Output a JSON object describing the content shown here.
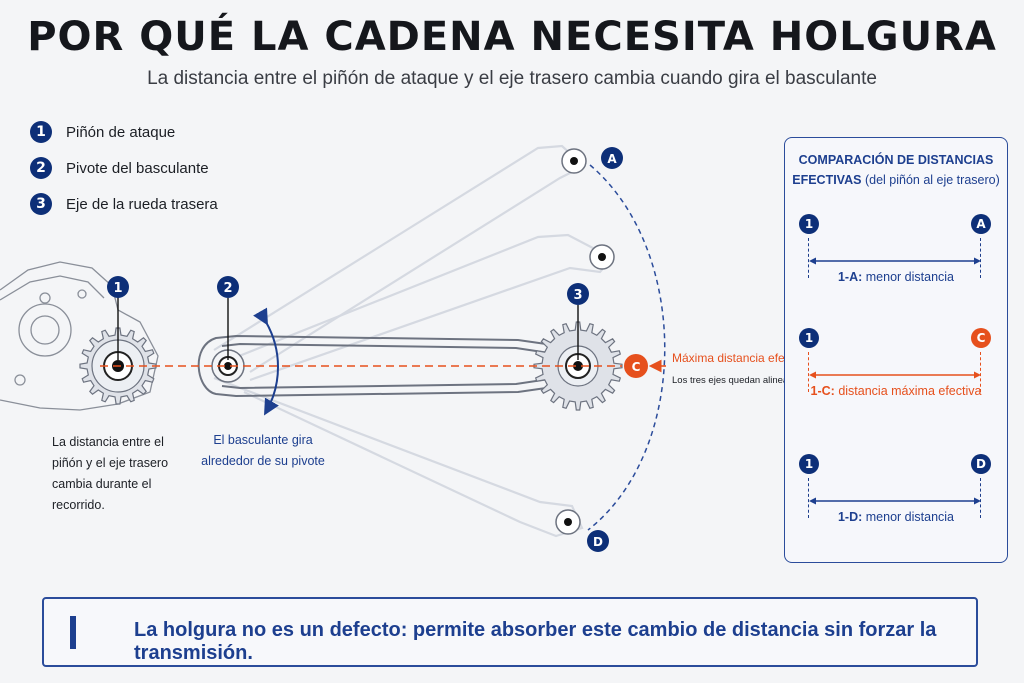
{
  "header": {
    "title": "POR QUÉ LA CADENA NECESITA HOLGURA",
    "subtitle": "La distancia entre el piñón de ataque y el eje trasero cambia cuando gira el basculante"
  },
  "legend": [
    {
      "num": "1",
      "label": "Piñón de ataque"
    },
    {
      "num": "2",
      "label": "Pivote del basculante"
    },
    {
      "num": "3",
      "label": "Eje de la rueda trasera"
    }
  ],
  "diagram": {
    "markers": {
      "one": "1",
      "two": "2",
      "three": "3",
      "a": "A",
      "c": "C",
      "d": "D"
    },
    "c_title": "Máxima distancia efectiva",
    "c_sub": "Los tres ejes quedan alineados",
    "note_left": [
      "La distancia entre el",
      "piñón y el eje trasero",
      "cambia durante el",
      "recorrido."
    ],
    "note_swing": [
      "El basculante gira",
      "alrededor de su pivote"
    ]
  },
  "panel": {
    "title_bold_1": "COMPARACIÓN DE DISTANCIAS",
    "title_bold_2": "EFECTIVAS",
    "title_light": "(del piñón al eje trasero)",
    "rows": [
      {
        "left": "1",
        "right": "A",
        "code": "1-A:",
        "caption": "menor distancia",
        "highlight": false
      },
      {
        "left": "1",
        "right": "C",
        "code": "1-C:",
        "caption": "distancia máxima efectiva",
        "highlight": true
      },
      {
        "left": "1",
        "right": "D",
        "code": "1-D:",
        "caption": "menor distancia",
        "highlight": false
      }
    ]
  },
  "footer": {
    "message": "La holgura no es un defecto: permite absorber este cambio de distancia sin forzar la transmisión."
  },
  "colors": {
    "navy": "#0d2f78",
    "blue": "#1d3f8f",
    "orange": "#e6501d"
  }
}
